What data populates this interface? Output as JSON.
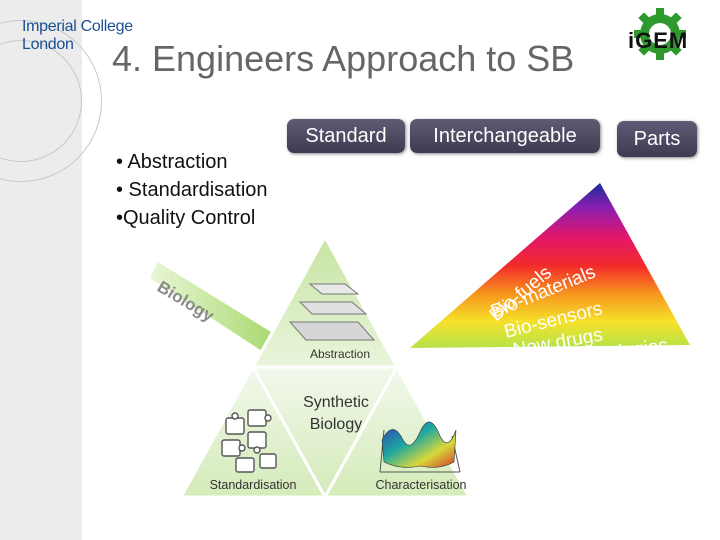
{
  "logo": {
    "line1": "Imperial College",
    "line2": "London"
  },
  "title": "4. Engineers Approach to SB",
  "igem_logo": "iGEM",
  "bullets": [
    "• Abstraction",
    "• Standardisation",
    "•Quality Control"
  ],
  "pills": {
    "standard": "Standard",
    "interchangeable": "Interchangeable",
    "parts": "Parts"
  },
  "diagram": {
    "input_label": "Biology",
    "top_label": "Abstraction",
    "center_line1": "Synthetic",
    "center_line2": "Biology",
    "left_label": "Standardisation",
    "right_label": "Characterisation",
    "outputs": [
      "Bio-fuels",
      "Bio-materials",
      "Bio-sensors",
      "New drugs",
      "Nanotechnologies"
    ]
  },
  "colors": {
    "title": "#666666",
    "logo": "#1b4f93",
    "pill": "#4a4760",
    "igem_green": "#2e9a2e"
  }
}
